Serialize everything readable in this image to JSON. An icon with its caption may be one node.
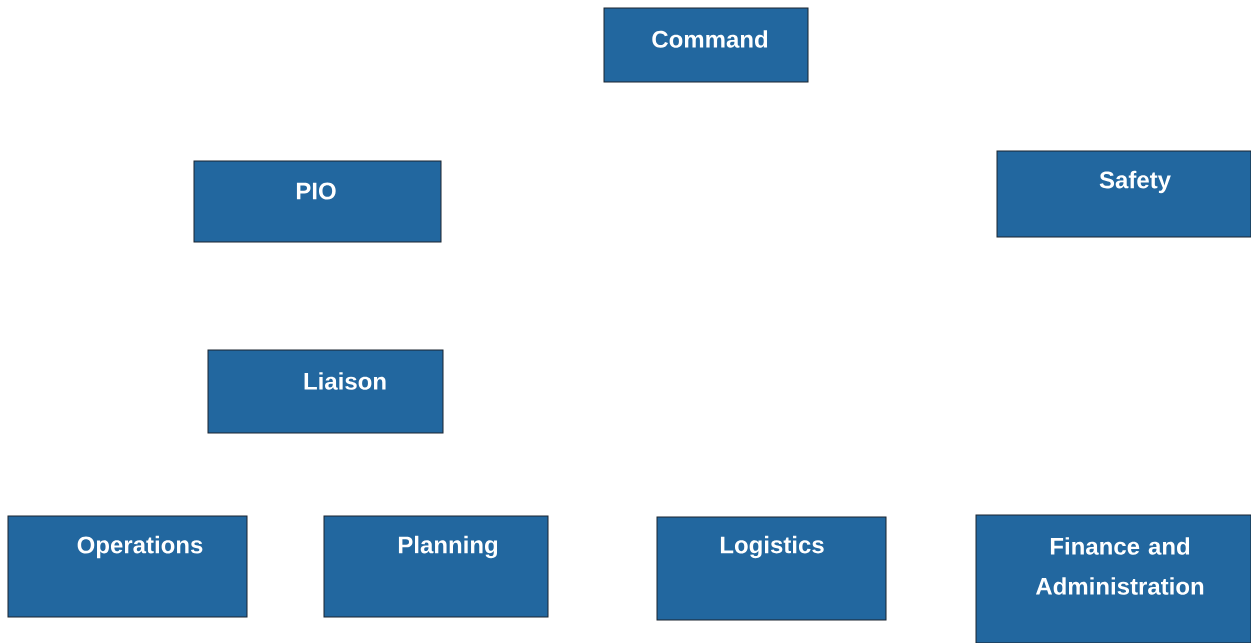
{
  "diagram": {
    "nodes": [
      {
        "text": [
          "Command"
        ]
      },
      {
        "text": [
          "PIO"
        ]
      },
      {
        "text": [
          "Safety"
        ]
      },
      {
        "text": [
          "Liaison"
        ]
      },
      {
        "text": [
          "Operations"
        ]
      },
      {
        "text": [
          "Planning"
        ]
      },
      {
        "text": [
          "Logistics"
        ]
      },
      {
        "text": [
          "Finance and Administration"
        ]
      }
    ]
  }
}
